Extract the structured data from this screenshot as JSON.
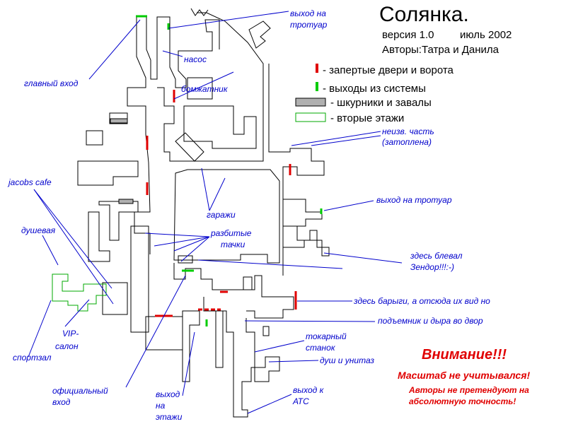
{
  "header": {
    "title": "Солянка.",
    "version": "версия 1.0",
    "date": "июль 2002",
    "authors": "Авторы:Татра и Данила"
  },
  "legend": [
    {
      "text": "- запертые двери и ворота",
      "color": "#e00000",
      "icon": "locked-door-icon"
    },
    {
      "text": "- выходы из системы",
      "color": "#00cc00",
      "icon": "system-exit-icon"
    },
    {
      "text": "- шкурники и завалы",
      "color": "#b0b0b0",
      "icon": "crawlway-icon"
    },
    {
      "text": "- вторые этажи",
      "color": "#00aa00",
      "icon": "second-floor-icon"
    }
  ],
  "labels": {
    "main_entrance": "главный вход",
    "exit_sidewalk_top_1": "выход на",
    "exit_sidewalk_top_2": "тротуар",
    "pump": "насос",
    "bomzhatnik": "бомжатник",
    "unexplored_1": "неизв. часть",
    "unexplored_2": "(затоплена)",
    "jacobs_cafe": "jacobs cafe",
    "garages": "гаражи",
    "broken_cars_1": "разбитые",
    "broken_cars_2": "тачки",
    "exit_sidewalk_right": "выход на тротуар",
    "shower": "душевая",
    "vomit_1": "здесь блевал",
    "vomit_2": "Зендор!!!:-)",
    "barygi": "здесь барыги, а отсюда их вид но",
    "lift": "подъемник и дыра во двор",
    "vip_1": "VIP-",
    "vip_2": "салон",
    "gym": "спортзал",
    "lathe_1": "токарный",
    "lathe_2": "станок",
    "shower_toilet": "душ и унитаз",
    "official_1": "официальный",
    "official_2": "вход",
    "floors_1": "выход",
    "floors_2": "на",
    "floors_3": "этажи",
    "ats_1": "выход к",
    "ats_2": "АТС"
  },
  "warning": {
    "title": "Внимание!!!",
    "line1": "Масштаб не учитывался!",
    "line2": "Авторы не претендуют на",
    "line3": "абсолютную точность!"
  },
  "colors": {
    "locked": "#e00000",
    "exit": "#00cc00",
    "crawl": "#b0b0b0",
    "second_floor": "#00aa00",
    "label": "#0000cc",
    "wall": "#000000"
  }
}
